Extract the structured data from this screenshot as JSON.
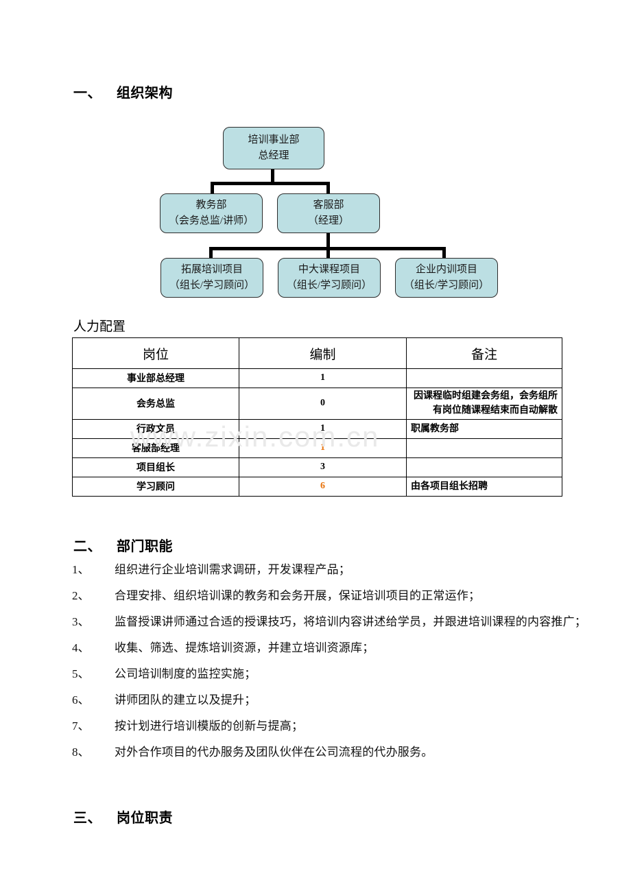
{
  "document": {
    "watermark": "www.zixin.com.cn"
  },
  "sections": {
    "one": {
      "num": "一、",
      "title": "组织架构"
    },
    "two": {
      "num": "二、",
      "title": "部门职能"
    },
    "three": {
      "num": "三、",
      "title": "岗位职责"
    }
  },
  "org_chart": {
    "title": "组织架构",
    "nodes": [
      {
        "id": "root",
        "line1": "培训事业部",
        "line2": "总经理"
      },
      {
        "id": "l2-1",
        "line1": "教务部",
        "line2": "（会务总监/讲师）"
      },
      {
        "id": "l2-2",
        "line1": "客服部",
        "line2": "（经理）"
      },
      {
        "id": "l3-1",
        "line1": "拓展培训项目",
        "line2": "（组长/学习顾问）"
      },
      {
        "id": "l3-2",
        "line1": "中大课程项目",
        "line2": "（组长/学习顾问）"
      },
      {
        "id": "l3-3",
        "line1": "企业内训项目",
        "line2": "（组长/学习顾问）"
      }
    ],
    "box_fill": "#bcdfe3",
    "box_stroke": "#2b2b2b",
    "connector_color": "#000000"
  },
  "staffing": {
    "heading": "人力配置",
    "columns": [
      "岗位",
      "编制",
      "备注"
    ],
    "rows": [
      {
        "post": "事业部总经理",
        "count": "1",
        "count_color": "#000000",
        "remark": ""
      },
      {
        "post": "会务总监",
        "count": "0",
        "count_color": "#000000",
        "remark": "因课程临时组建会务组，会务组所有岗位随课程结束而自动解散"
      },
      {
        "post": "行政文员",
        "count": "1",
        "count_color": "#000000",
        "remark": "职属教务部"
      },
      {
        "post": "客服部经理",
        "count": "1",
        "count_color": "#e8730c",
        "remark": ""
      },
      {
        "post": "项目组长",
        "count": "3",
        "count_color": "#000000",
        "remark": ""
      },
      {
        "post": "学习顾问",
        "count": "6",
        "count_color": "#e8730c",
        "remark": "由各项目组长招聘"
      }
    ]
  },
  "functions": {
    "heading": "部门职能",
    "items": [
      {
        "index": "1、",
        "text": "组织进行企业培训需求调研，开发课程产品；"
      },
      {
        "index": "2、",
        "text": "合理安排、组织培训课的教务和会务开展，保证培训项目的正常运作；"
      },
      {
        "index": "3、",
        "text": "监督授课讲师通过合适的授课技巧，将培训内容讲述给学员，并跟进培训课程的内容推广；"
      },
      {
        "index": "4、",
        "text": "收集、筛选、提炼培训资源，并建立培训资源库；"
      },
      {
        "index": "5、",
        "text": "公司培训制度的监控实施；"
      },
      {
        "index": "6、",
        "text": "讲师团队的建立以及提升；"
      },
      {
        "index": "7、",
        "text": "按计划进行培训模版的创新与提高；"
      },
      {
        "index": "8、",
        "text": "对外合作项目的代办服务及团队伙伴在公司流程的代办服务。"
      }
    ]
  }
}
